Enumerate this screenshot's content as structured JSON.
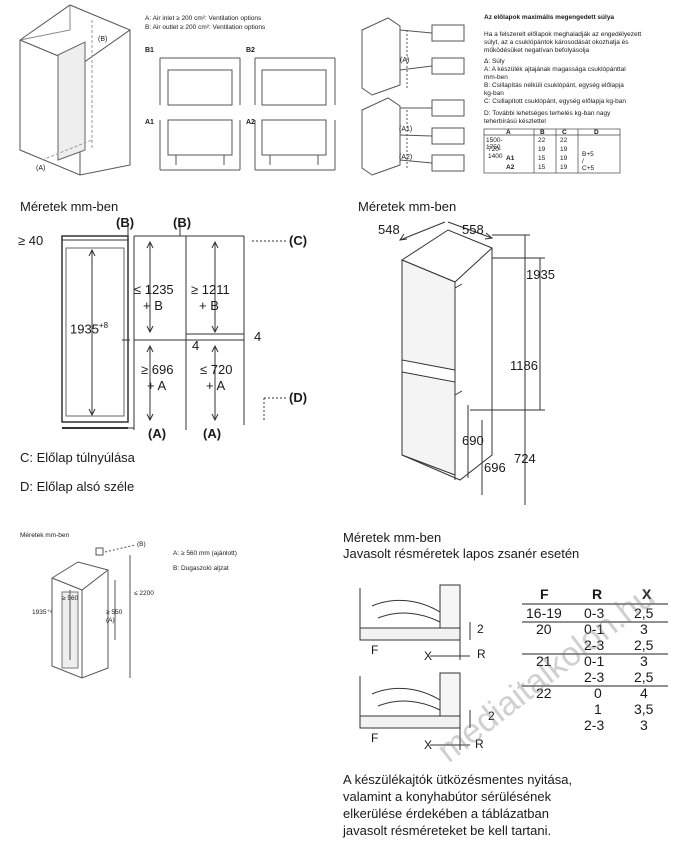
{
  "top_left": {
    "legend_a": "A: Air inlet ≥ 200 cm²: Ventilation options",
    "legend_b": "B: Air outlet ≥ 200 cm²: Ventilation options",
    "label_b": "(B)",
    "label_a": "(A)",
    "b1": "B1",
    "b2": "B2",
    "a1": "A1",
    "a2": "A2"
  },
  "top_right": {
    "heading": "Az előlapok maximális megengedett súlya",
    "intro": [
      "Ha a felszerelt előlapok meghaladják az engedélyezett",
      "súlyt, az a csuklópántok károsodását okozhatja és",
      "működésüket negatívan befolyásolja"
    ],
    "legend": [
      "Δ: Súly",
      "A: A készülék ajtajának magassága csuklópánttal",
      "mm-ben",
      "B: Csillapítás nélküli csuklópánt, egység előlapja",
      "kg-ban",
      "C: Csillapított csuklópánt, egység előlapja kg-ban",
      "D: További lehetséges terhelés kg-ban nagy",
      "teherbírású készlettel"
    ],
    "label_a": "(A)",
    "label_a1": "(A1)",
    "label_a2": "(A2)",
    "table": {
      "headers": [
        "A",
        "B",
        "C",
        "D"
      ],
      "rows": [
        [
          "1500-1750",
          "22",
          "22"
        ],
        [
          "720-1400",
          "19",
          "19"
        ],
        [
          "A1",
          "15",
          "19"
        ],
        [
          "A2",
          "15",
          "19"
        ]
      ],
      "d_value": "B+5 / C+5"
    }
  },
  "mid_left": {
    "title": "Méretek mm-ben",
    "ge40": "≥ 40",
    "b1": "(B)",
    "b2": "(B)",
    "c": "(C)",
    "d": "(D)",
    "h1935": "1935",
    "h1935_sup": "+8",
    "d1235": "≤ 1235",
    "plus_b1": "+ B",
    "d1211": "≥ 1211",
    "plus_b2": "+ B",
    "d696": "≥ 696",
    "plus_a1": "+ A",
    "d720": "≤ 720",
    "plus_a2": "+ A",
    "four1": "4",
    "four2": "4",
    "a1": "(A)",
    "a2": "(A)",
    "note_c": "C: Előlap túlnyúlása",
    "note_d": "D: Előlap alsó széle"
  },
  "mid_right": {
    "title": "Méretek mm-ben",
    "w548": "548",
    "w558": "558",
    "h1935": "1935",
    "h1186": "1186",
    "h690": "690",
    "h696": "696",
    "h724": "724"
  },
  "bottom_left": {
    "title": "Méretek mm-ben",
    "b": "(B)",
    "a": "(A)",
    "legend_a": "A: ≥ 560 mm (ajánlott)",
    "legend_b": "B: Dugaszoló aljzat",
    "h1935": "1935⁺⁸",
    "w560": "≥ 560",
    "d550": "≥ 550",
    "h2200": "≤ 2200"
  },
  "bottom_right": {
    "title1": "Méretek mm-ben",
    "title2": "Javasolt résméretek lapos zsanér esetén",
    "f": "F",
    "x": "X",
    "r": "R",
    "two": "2",
    "table": {
      "headers": [
        "F",
        "R",
        "X"
      ],
      "rows": [
        [
          "16-19",
          "0-3",
          "2,5"
        ],
        [
          "20",
          "0-1",
          "3"
        ],
        [
          "",
          "2-3",
          "2,5"
        ],
        [
          "21",
          "0-1",
          "3"
        ],
        [
          "",
          "2-3",
          "2,5"
        ],
        [
          "22",
          "0",
          "4"
        ],
        [
          "",
          "1",
          "3,5"
        ],
        [
          "",
          "2-3",
          "3"
        ]
      ]
    },
    "note": [
      "A készülékajtók ütközésmentes nyitása,",
      "valamint a konyhabútor sérülésének",
      "elkerülése érdekében a táblázatban",
      "javasolt résméreteket be kell tartani."
    ],
    "watermark": "mediaitalkolon.hu"
  }
}
